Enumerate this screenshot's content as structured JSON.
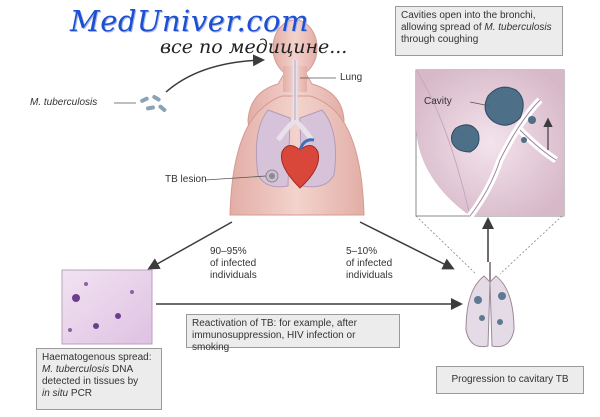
{
  "watermark": {
    "title": "MedUniver.com",
    "subtitle": "все по медицине..."
  },
  "labels": {
    "pathogen": "M. tuberculosis",
    "lung": "Lung",
    "tb_lesion": "TB lesion",
    "cavity": "Cavity"
  },
  "boxes": {
    "cavities_a": "Cavities open into the bronchi,",
    "cavities_b": "allowing spread of ",
    "cavities_c": "M. tuberculosis",
    "cavities_d": "through coughing",
    "reactivation_a": "Reactivation of TB: for example, after",
    "reactivation_b": "immunosuppression, HIV infection or smoking",
    "haem_a": "Haematogenous spread:",
    "haem_b": "M. tuberculosis",
    "haem_c": " DNA",
    "haem_d": "detected in tissues by",
    "haem_e": "in situ",
    "haem_f": " PCR",
    "progression": "Progression to cavitary TB"
  },
  "percent_left": {
    "line1": "90–95%",
    "line2": "of infected",
    "line3": "individuals"
  },
  "percent_right": {
    "line1": "5–10%",
    "line2": "of infected",
    "line3": "individuals"
  },
  "colors": {
    "skin": "#ecc2bc",
    "lung": "#d8c9dd",
    "heart": "#d9473a",
    "cavity": "#4e6f88",
    "arrow": "#3c3c3c",
    "tissue": "#ead6ec",
    "watermark": "#1e4fd0"
  }
}
